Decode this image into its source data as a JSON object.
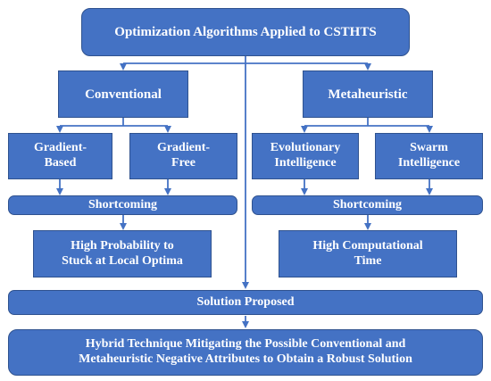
{
  "title": "Optimization Algorithms Applied to CSTHTS",
  "branches": {
    "conventional": {
      "label": "Conventional",
      "sub_left": [
        "Gradient-",
        "Based"
      ],
      "sub_right": [
        "Gradient-",
        "Free"
      ],
      "shortcoming_label": "Shortcoming",
      "shortcoming_detail": [
        "High Probability to",
        "Stuck at Local Optima"
      ]
    },
    "metaheuristic": {
      "label": "Metaheuristic",
      "sub_left": [
        "Evolutionary",
        "Intelligence"
      ],
      "sub_right": [
        "Swarm",
        "Intelligence"
      ],
      "shortcoming_label": "Shortcoming",
      "shortcoming_detail": [
        "High Computational",
        "Time"
      ]
    }
  },
  "solution_label": "Solution Proposed",
  "final": [
    "Hybrid Technique Mitigating the Possible Conventional and",
    "Metaheuristic Negative Attributes to Obtain a Robust Solution"
  ],
  "colors": {
    "box_fill": "#4472c4",
    "box_border": "#2f528f",
    "connector": "#4472c4",
    "text": "#ffffff"
  }
}
